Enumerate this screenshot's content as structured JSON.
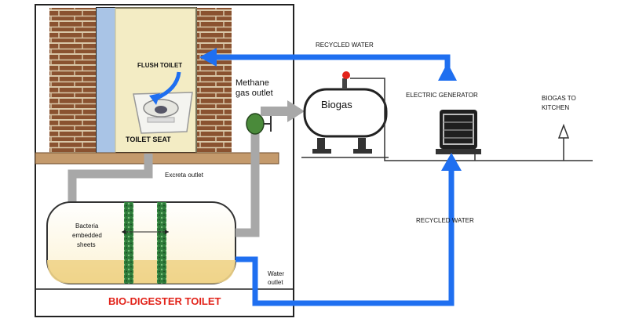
{
  "labels": {
    "flush_toilet": "FLUSH TOILET",
    "toilet_seat": "TOILET SEAT",
    "excreta_outlet": "Excreta outlet",
    "bacteria_line1": "Bacteria",
    "bacteria_line2": "embedded",
    "bacteria_line3": "sheets",
    "methane_line1": "Methane",
    "methane_line2": "gas outlet",
    "biogas": "Biogas",
    "recycled_water_top": "RECYCLED WATER",
    "recycled_water_bottom": "RECYCLED WATER",
    "electric_generator": "ELECTRIC GENERATOR",
    "biogas_to_line1": "BIOGAS TO",
    "biogas_to_line2": "KITCHEN",
    "water_outlet_line1": "Water",
    "water_outlet_line2": "outlet",
    "title": "BIO-DIGESTER TOILET"
  },
  "colors": {
    "brick": "#8a5230",
    "mortar": "#d9c7a8",
    "window": "#a9c4e6",
    "wall_inner": "#f3ecc4",
    "recycled_water_pipe": "#1f6ff0",
    "gas_pipe": "#a8a8a8",
    "sludge": "#f0d48a",
    "title": "#e2231a"
  }
}
